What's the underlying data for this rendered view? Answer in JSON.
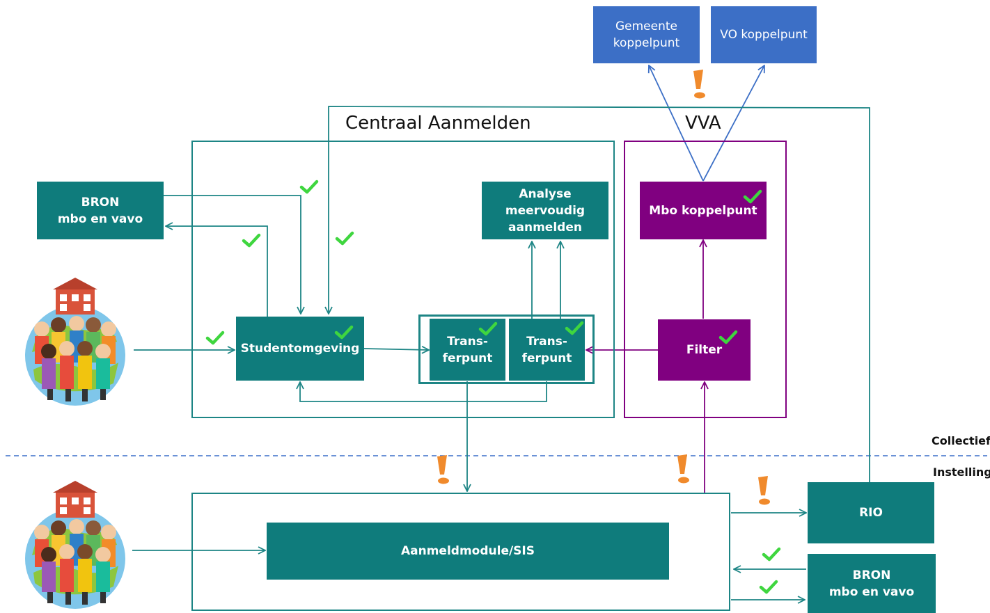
{
  "titles": {
    "central": "Centraal Aanmelden",
    "vva": "VVA"
  },
  "zones": {
    "upper": "Collectief",
    "lower": "Instelling"
  },
  "boxes": {
    "gemeente": "Gemeente\nkoppelpunt",
    "vo": "VO koppelpunt",
    "bron_top": "BRON\nmbo en vavo",
    "analyse": "Analyse\nmeervoudig\naanmelden",
    "mbo_koppelpunt": "Mbo koppelpunt",
    "studentomgeving": "Studentomgeving",
    "transferpunt_1": "Trans-\nferpunt",
    "transferpunt_2": "Trans-\nferpunt",
    "filter": "Filter",
    "aanmeldmodule": "Aanmeldmodule/SIS",
    "rio": "RIO",
    "bron_bottom": "BRON\nmbo en vavo"
  },
  "colors": {
    "teal": "#0f7c7c",
    "purple": "#800080",
    "blue": "#3c6fc6",
    "check": "#3fd63f",
    "warning": "#f08a2c",
    "dashed_line": "#3a6fc9"
  },
  "icons": {
    "check": "checkmark-icon",
    "warning": "exclamation-warning-icon",
    "students": "students-globe-icon"
  }
}
